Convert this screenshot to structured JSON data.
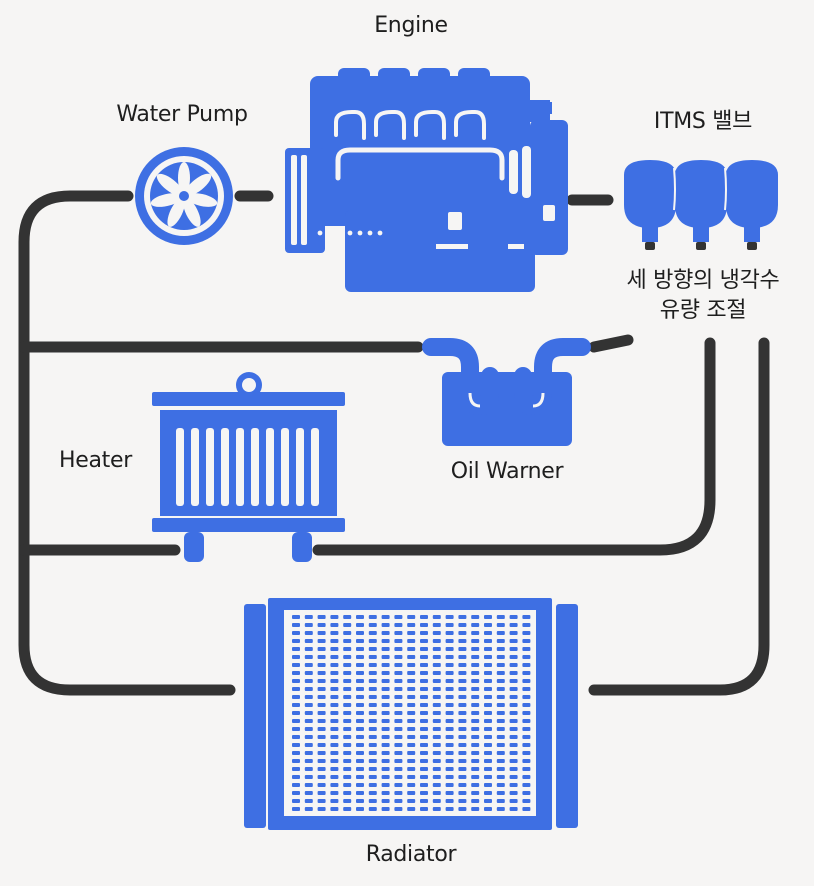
{
  "diagram": {
    "colors": {
      "component": "#3e6fe3",
      "pipe": "#333333",
      "background": "#f6f5f4",
      "text": "#1e1e1e"
    },
    "labels": {
      "engine": "Engine",
      "water_pump": "Water Pump",
      "itms_valve": "ITMS 밸브",
      "itms_note_line1": "세 방향의 냉각수",
      "itms_note_line2": "유량 조절",
      "heater": "Heater",
      "oil_warmer": "Oil Warner",
      "radiator": "Radiator"
    }
  }
}
